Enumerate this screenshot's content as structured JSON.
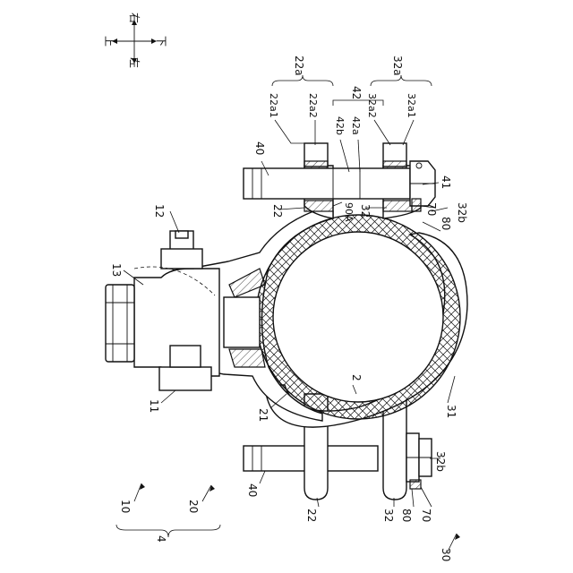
{
  "orientation": {
    "up": "上",
    "down": "下",
    "left": "左",
    "right": "右"
  },
  "labels": {
    "n2": "2",
    "n4": "4",
    "n10": "10",
    "n11": "11",
    "n12": "12",
    "n13": "13",
    "n20": "20",
    "n21": "21",
    "n22_top": "22",
    "n22_bottom": "22",
    "n22a": "22a",
    "n22a1": "22a1",
    "n22a2": "22a2",
    "n30": "30",
    "n31": "31",
    "n32_top": "32",
    "n32_bottom": "32",
    "n32a": "32a",
    "n32a1": "32a1",
    "n32a2": "32a2",
    "n32b_top": "32b",
    "n32b_bottom": "32b",
    "n40_top": "40",
    "n40_bottom": "40",
    "n41": "41",
    "n42": "42",
    "n42a": "42a",
    "n42b": "42b",
    "n70_top": "70",
    "n70_bottom": "70",
    "n80_top": "80",
    "n80_bottom": "80",
    "n90A": "90A"
  }
}
